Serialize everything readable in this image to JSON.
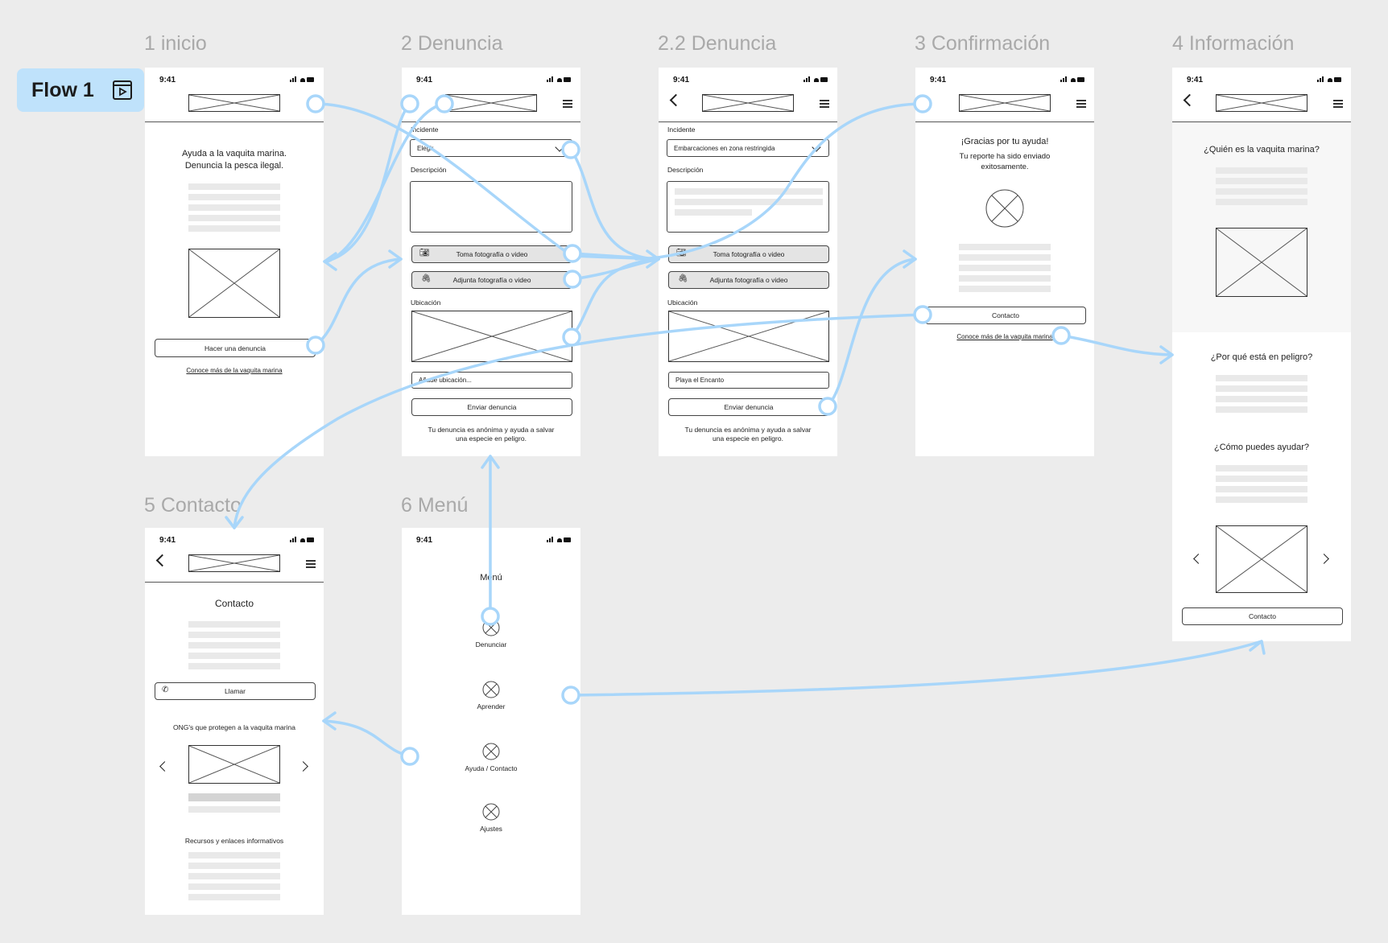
{
  "flow": {
    "label": "Flow 1",
    "icon": "play-frame-icon"
  },
  "accent": "#bfe2fb",
  "connector_color": "#a8d6fa",
  "status_time": "9:41",
  "frames": {
    "inicio": {
      "label": "1 inicio",
      "headline1": "Ayuda a la vaquita marina.",
      "headline2": "Denuncia la pesca ilegal.",
      "cta": "Hacer una denuncia",
      "link": "Conoce más de la vaquita marina"
    },
    "denuncia": {
      "label": "2 Denuncia",
      "incidente": "Incidente",
      "select": "Elegir",
      "descripcion": "Descripción",
      "photo": "Toma fotografía o video",
      "attach": "Adjunta fotografía o video",
      "ubicacion": "Ubicación",
      "location_placeholder": "Añade ubicación...",
      "submit": "Enviar denuncia",
      "note1": "Tu denuncia es anónima y ayuda a salvar",
      "note2": "una especie en peligro."
    },
    "denuncia2": {
      "label": "2.2 Denuncia",
      "incidente": "Incidente",
      "select": "Embarcaciones en zona restringida",
      "descripcion": "Descripción",
      "photo": "Toma fotografía o video",
      "attach": "Adjunta fotografía o video",
      "ubicacion": "Ubicación",
      "location_value": "Playa el Encanto",
      "submit": "Enviar denuncia",
      "note1": "Tu denuncia es anónima y ayuda a salvar",
      "note2": "una especie en peligro."
    },
    "confirmacion": {
      "label": "3 Confirmación",
      "thanks": "¡Gracias por tu ayuda!",
      "sent1": "Tu reporte ha sido enviado",
      "sent2": "exitosamente.",
      "contact": "Contacto",
      "link": "Conoce más de la vaquita marina"
    },
    "informacion": {
      "label": "4 Información",
      "q1": "¿Quién es la vaquita marina?",
      "q2": "¿Por qué está en peligro?",
      "q3": "¿Cómo puedes ayudar?",
      "contact": "Contacto"
    },
    "contacto": {
      "label": "5 Contacto",
      "title": "Contacto",
      "call": "Llamar",
      "ongs": "ONG's que protegen a la vaquita marina",
      "resources": "Recursos y enlaces informativos"
    },
    "menu": {
      "label": "6 Menú",
      "title": "Menú",
      "items": [
        "Denunciar",
        "Aprender",
        "Ayuda / Contacto",
        "Ajustes"
      ]
    }
  }
}
